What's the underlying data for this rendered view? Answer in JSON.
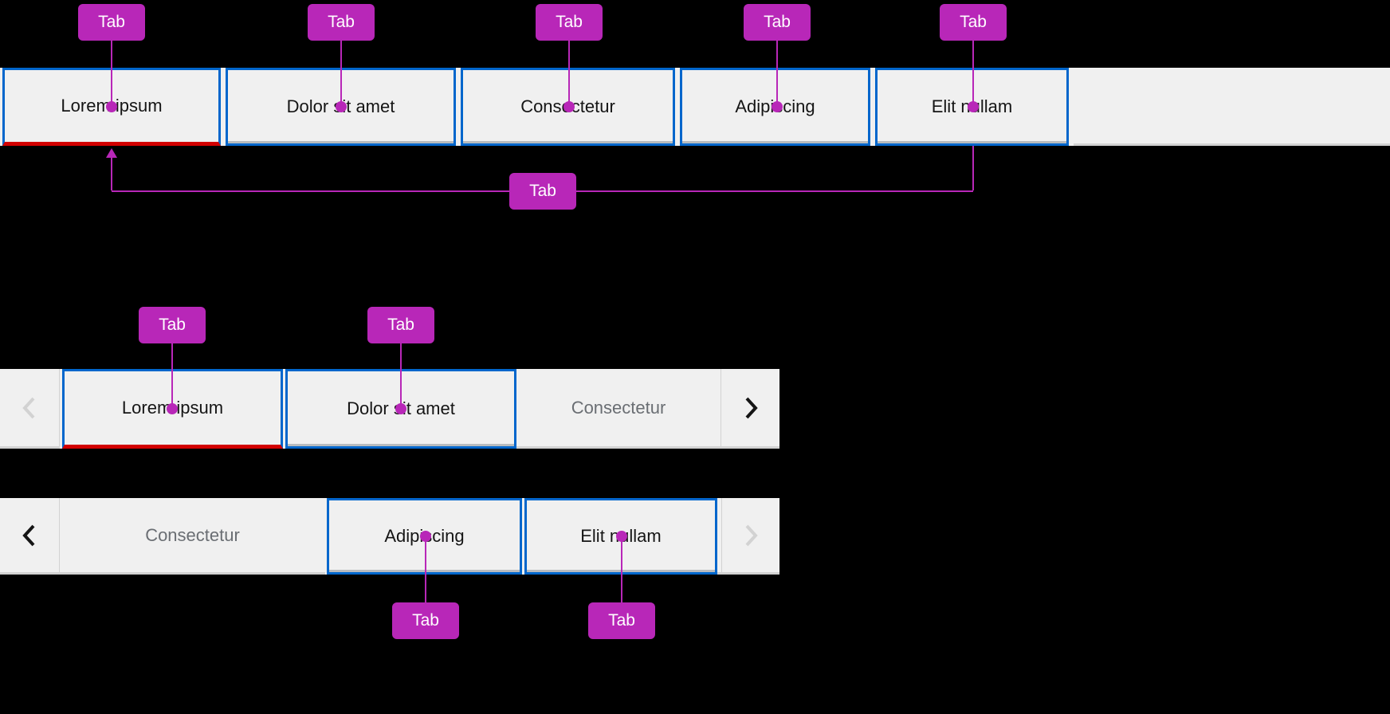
{
  "annotation": {
    "label": "Tab"
  },
  "colors": {
    "background": "#000000",
    "bar_bg": "#f0f0f0",
    "tab_border": "#0066cc",
    "active_underline": "#d20000",
    "inactive_underline": "#b8bbbe",
    "divider": "#d2d2d2",
    "annotation": "#b827b8",
    "text": "#151515",
    "muted": "#6a6e73",
    "chevron_disabled": "#d2d2d2"
  },
  "bars": {
    "full": {
      "tabs": [
        {
          "label": "Lorem ipsum",
          "state": "active"
        },
        {
          "label": "Dolor sit amet",
          "state": "default"
        },
        {
          "label": "Consectetur",
          "state": "default"
        },
        {
          "label": "Adipiscing",
          "state": "default"
        },
        {
          "label": "Elit nullam",
          "state": "default"
        }
      ]
    },
    "scrolled_start": {
      "left_scroll": {
        "icon": "angle-left-icon",
        "disabled": true
      },
      "right_scroll": {
        "icon": "angle-right-icon",
        "disabled": false
      },
      "tabs": [
        {
          "label": "Lorem ipsum",
          "state": "active"
        },
        {
          "label": "Dolor sit amet",
          "state": "default"
        },
        {
          "label": "Consectetur",
          "state": "overflow-peek"
        }
      ]
    },
    "scrolled_end": {
      "left_scroll": {
        "icon": "angle-left-icon",
        "disabled": false
      },
      "right_scroll": {
        "icon": "angle-right-icon",
        "disabled": true
      },
      "tabs": [
        {
          "label": "Consectetur",
          "state": "overflow-peek"
        },
        {
          "label": "Adipiscing",
          "state": "default"
        },
        {
          "label": "Elit nullam",
          "state": "default"
        }
      ]
    }
  }
}
